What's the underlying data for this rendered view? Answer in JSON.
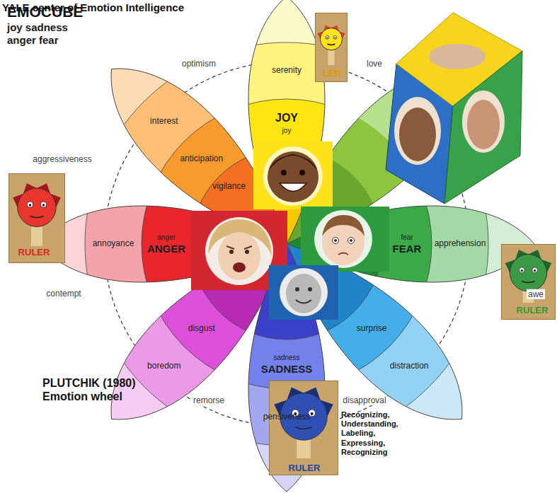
{
  "diagram": {
    "title": "EMOCUBE",
    "caption": "YALE center of Emotion Intelligence",
    "nodes": [
      {
        "text": [
          "LER"
        ]
      },
      {
        "text": [
          "serenity",
          "JOY",
          "joy"
        ]
      },
      {
        "text": [
          "interest",
          "anticipation",
          "vigilance"
        ]
      },
      {
        "text": [
          "RULER"
        ]
      },
      {
        "text": [
          "annoyance",
          "anger",
          "ANGER"
        ]
      },
      {
        "text": [
          "fear",
          "FEAR",
          "apprehension"
        ]
      },
      {
        "text": [
          "RULER"
        ]
      },
      {
        "text": [
          "disgust",
          "boredom"
        ]
      },
      {
        "text": [
          "surprise",
          "distraction"
        ]
      },
      {
        "text": [
          "sadness",
          "SADNESS",
          "pensiveness"
        ]
      },
      {
        "text": [
          "RULER"
        ]
      }
    ],
    "labels": [
      "joy sadness anger fear",
      "optimism",
      "love",
      "aggressiveness",
      "contempt",
      "remorse",
      "disapproval",
      "awe",
      "PLUTCHIK (1980) Emotion wheel",
      "Recognizing, Understanding, Labeling, Expressing, Recognizing"
    ]
  }
}
